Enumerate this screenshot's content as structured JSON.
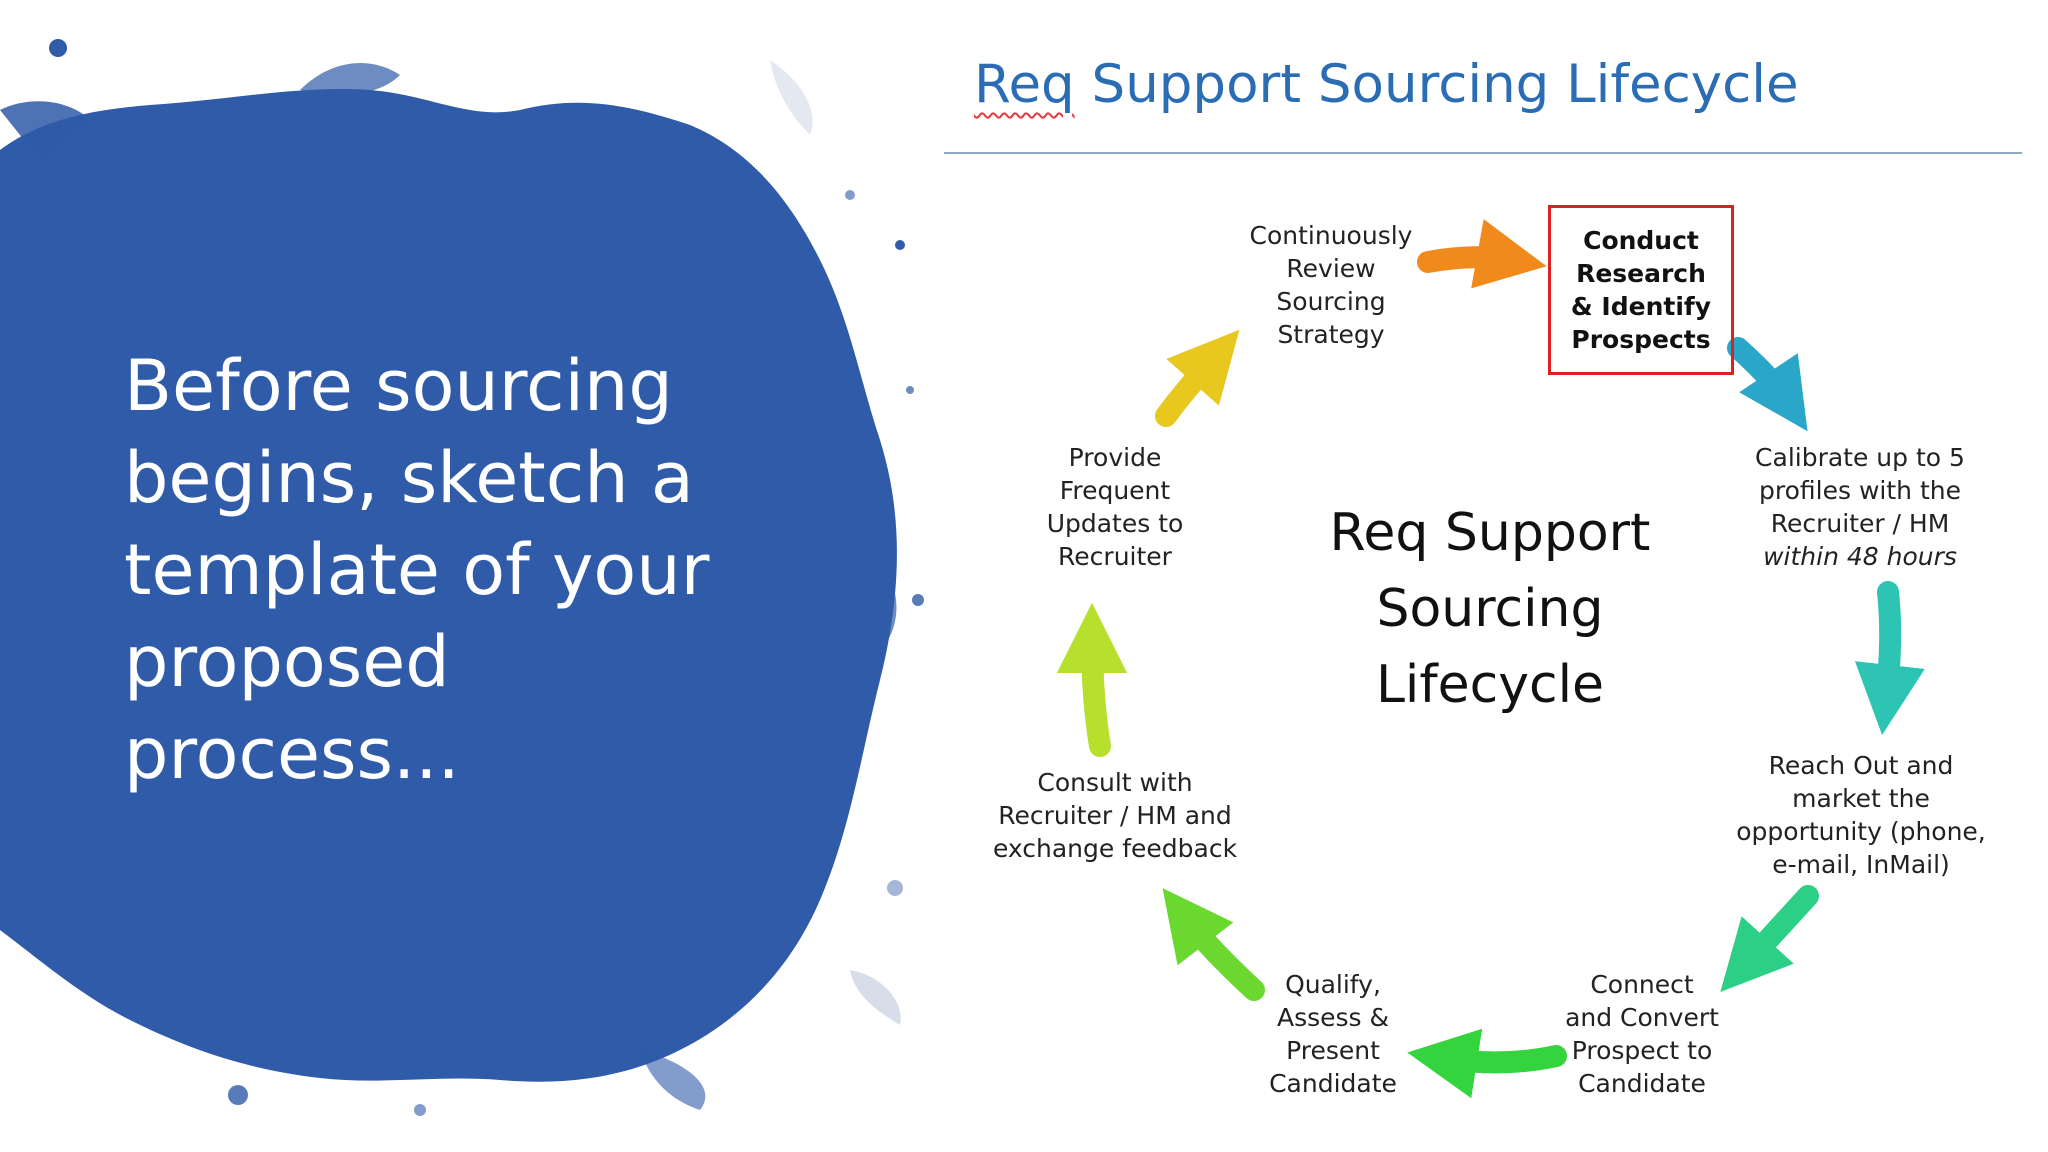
{
  "slide": {
    "left_text_lines": [
      "Before sourcing",
      "begins, sketch a",
      "template of your",
      "proposed",
      "process..."
    ],
    "splash_color": "#2f5ba8"
  },
  "diagram": {
    "title_prefix": "Req",
    "title_suffix": " Support Sourcing Lifecycle",
    "title_color": "#2a6db5",
    "center_label_lines": [
      "Req Support",
      "Sourcing",
      "Lifecycle"
    ],
    "steps": [
      {
        "id": "conduct-research",
        "lines": [
          "Conduct",
          "Research",
          "& Identify",
          "Prospects"
        ],
        "highlighted": true
      },
      {
        "id": "calibrate",
        "lines": [
          "Calibrate up to 5",
          "profiles with the",
          "Recruiter / HM"
        ],
        "italic_line": "within 48 hours"
      },
      {
        "id": "reach-out",
        "lines": [
          "Reach Out and",
          "market the",
          "opportunity (phone,",
          "e-mail, InMail)"
        ]
      },
      {
        "id": "connect-convert",
        "lines": [
          "Connect",
          "and Convert",
          "Prospect to",
          "Candidate"
        ]
      },
      {
        "id": "qualify",
        "lines": [
          "Qualify,",
          "Assess &",
          "Present",
          "Candidate"
        ]
      },
      {
        "id": "consult",
        "lines": [
          "Consult with",
          "Recruiter / HM and",
          "exchange feedback"
        ]
      },
      {
        "id": "provide-updates",
        "lines": [
          "Provide",
          "Frequent",
          "Updates to",
          "Recruiter"
        ]
      },
      {
        "id": "review-strategy",
        "lines": [
          "Continuously",
          "Review",
          "Sourcing",
          "Strategy"
        ]
      }
    ],
    "arrow_colors": [
      "#f08a1c",
      "#2aa6c8",
      "#2dc4b4",
      "#2ccf86",
      "#34d43e",
      "#6ad82e",
      "#b6e02c",
      "#e8c81e"
    ]
  }
}
